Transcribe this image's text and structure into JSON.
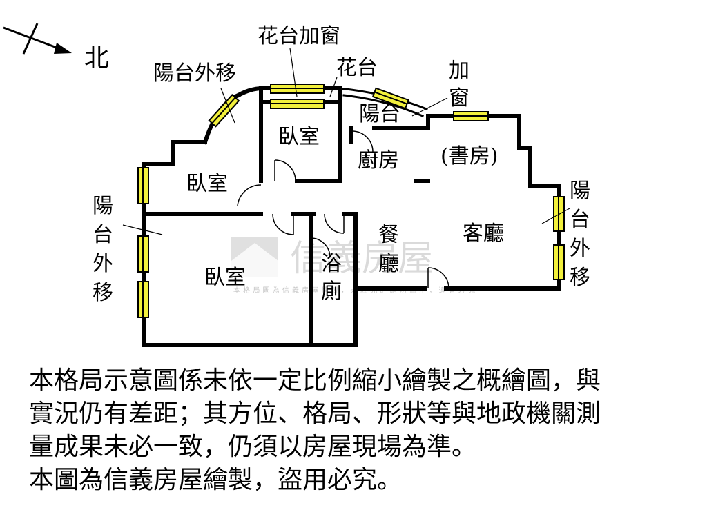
{
  "compass": {
    "label": "北"
  },
  "rooms": {
    "bedroom_upper": "臥室",
    "bedroom_left": "臥室",
    "bedroom_lower": "臥室",
    "balcony": "陽台",
    "kitchen": "廚房",
    "study": "(書房)",
    "living_room": "客廳",
    "dining_room": [
      "餐",
      "廳"
    ],
    "bathroom": [
      "浴",
      "廁"
    ]
  },
  "annotations": {
    "balcony_moved_top": "陽台外移",
    "planter_window": "花台加窗",
    "planter": "花台",
    "add_window": [
      "加",
      "窗"
    ],
    "balcony_moved_left": [
      "陽",
      "台",
      "外",
      "移"
    ],
    "balcony_moved_right": [
      "陽",
      "台",
      "外",
      "移"
    ]
  },
  "watermark": {
    "brand": "信義房屋",
    "note": "本格局圖為信義房屋繪製，未經允許請勿盜用，違者必究"
  },
  "disclaimer": [
    "本格局示意圖係未依一定比例縮小繪製之概繪圖，與",
    "實況仍有差距；其方位、格局、形狀等與地政機關測",
    "量成果未必一致，仍須以房屋現場為準。",
    "本圖為信義房屋繪製，盜用必究。"
  ],
  "colors": {
    "wall": "#000000",
    "window_fill": "#f2f03c",
    "watermark": "#c8c8c8",
    "text": "#000000"
  }
}
